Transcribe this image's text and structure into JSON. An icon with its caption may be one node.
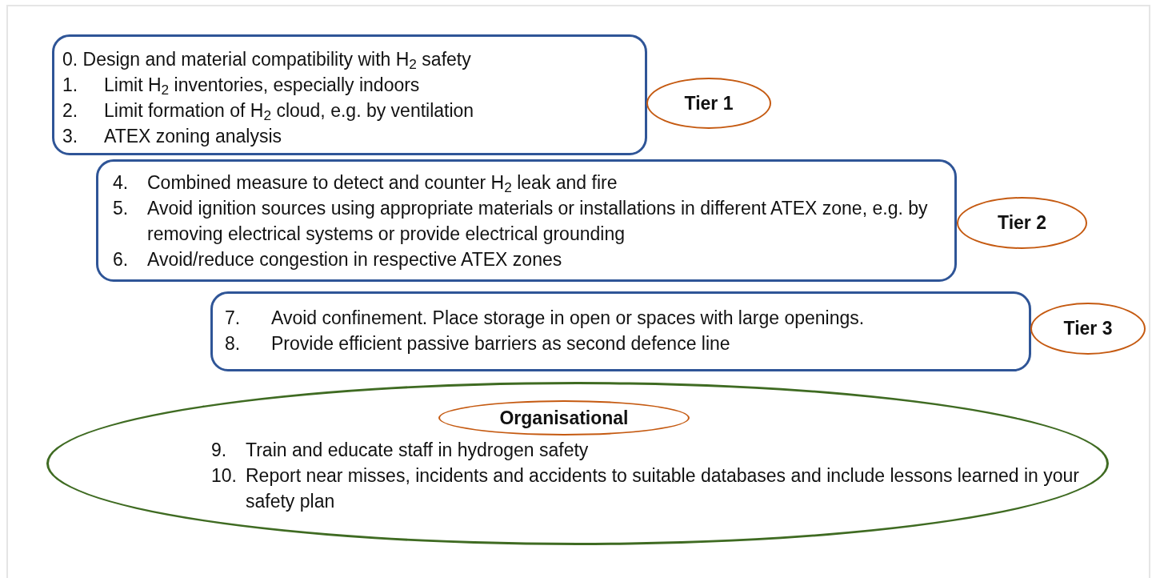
{
  "diagram": {
    "nodes": [
      {
        "text": [
          "0. Design and material compatibility with H$_{2}$ safety",
          "1. Limit H$_{2}$ inventories, especially indoors",
          "2. Limit formation of H$_{2}$ cloud, e.g. by ventilation",
          "3. ATEX zoning analysis"
        ]
      },
      {
        "text": [
          "Tier 1"
        ]
      },
      {
        "text": [
          "4. Combined measure to detect and counter H$_{2}$ leak and fire",
          "5. Avoid ignition sources using appropriate materials or installations in different ATEX zone, e.g. by removing electrical systems or provide electrical grounding",
          "6. Avoid/reduce congestion in respective ATEX zones"
        ]
      },
      {
        "text": [
          "Tier 2"
        ]
      },
      {
        "text": [
          "7. Avoid confinement. Place storage in open or spaces with large openings.",
          "8. Provide efficient passive barriers as second defence line"
        ]
      },
      {
        "text": [
          "Tier 3"
        ]
      },
      {
        "text": [
          "9. Train and educate staff in hydrogen safety",
          "10. Report near misses, incidents and accidents to suitable databases and include lessons learned in your safety plan"
        ]
      },
      {
        "text": [
          "Organisational"
        ],
        "in": 6
      }
    ]
  }
}
